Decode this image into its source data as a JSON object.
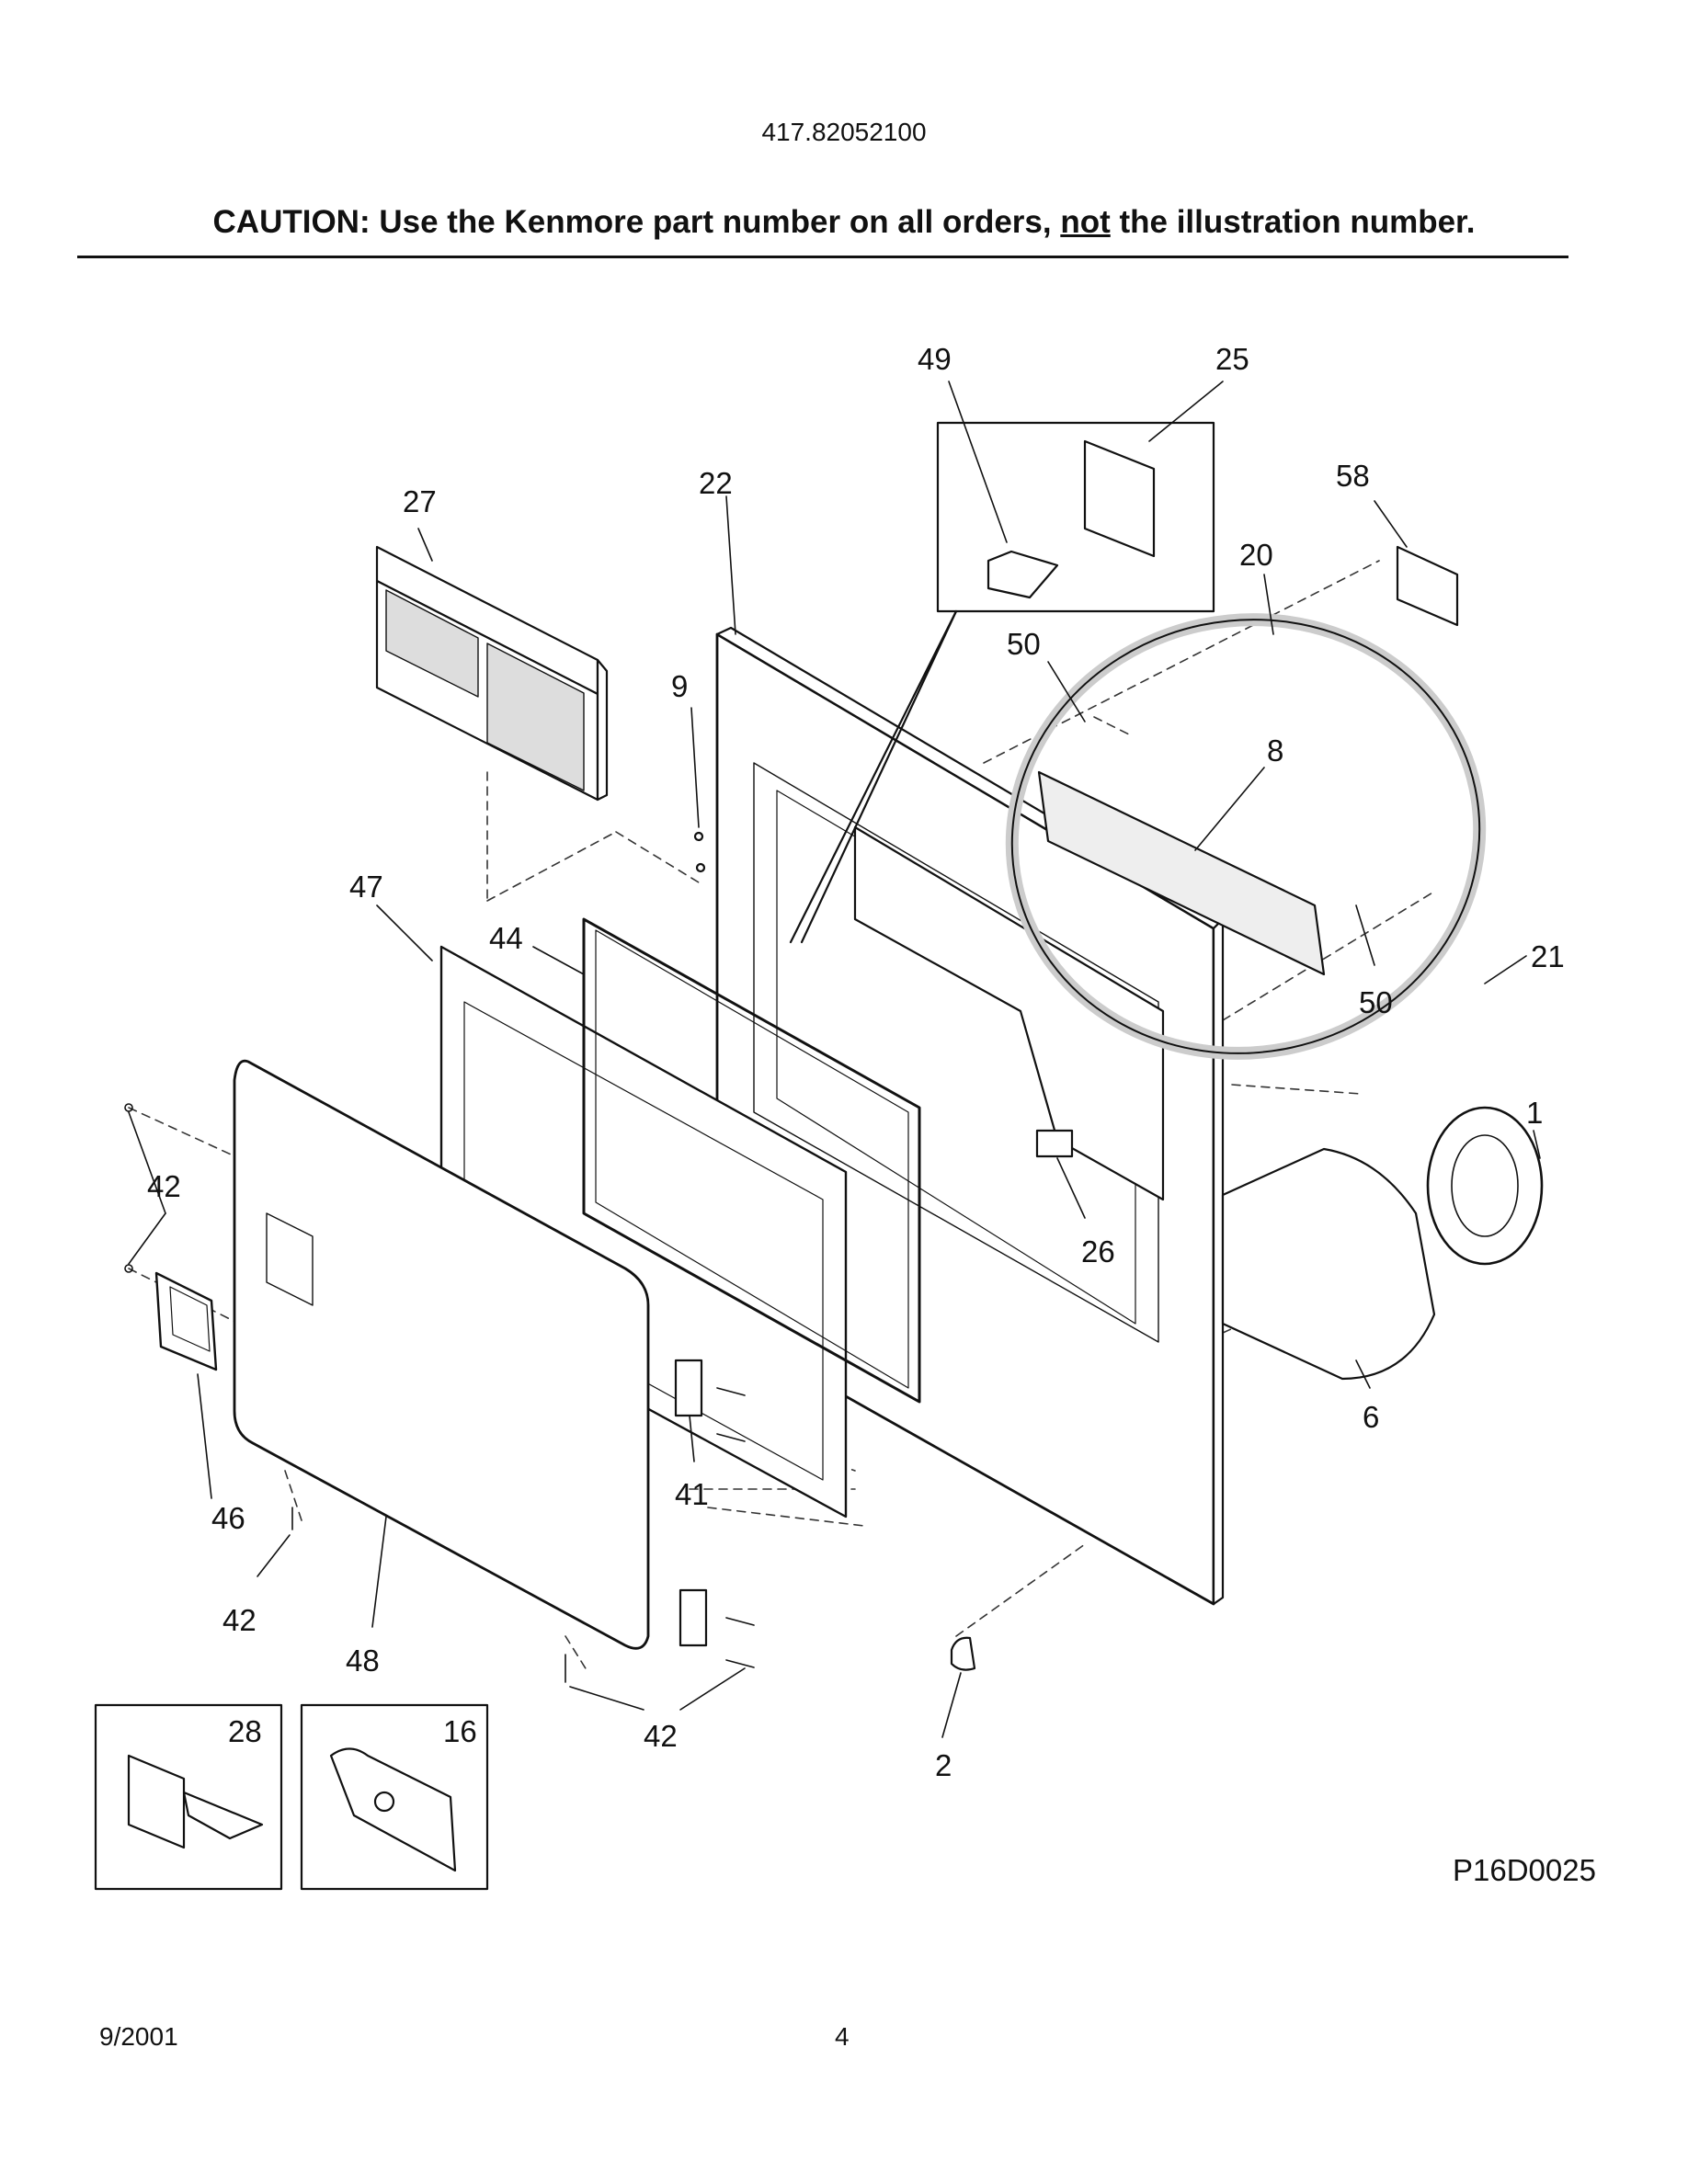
{
  "header": {
    "model_number": "417.82052100",
    "caution_prefix": "CAUTION: Use the Kenmore part number on all orders, ",
    "caution_emphasis": "not",
    "caution_suffix": " the illustration number."
  },
  "callouts": [
    "1",
    "2",
    "6",
    "8",
    "9",
    "16",
    "20",
    "21",
    "22",
    "25",
    "26",
    "27",
    "28",
    "41",
    "42",
    "44",
    "46",
    "47",
    "48",
    "49",
    "50",
    "58"
  ],
  "labels": {
    "l49": "49",
    "l25": "25",
    "l58": "58",
    "l27": "27",
    "l22": "22",
    "l20": "20",
    "l50a": "50",
    "l9": "9",
    "l8": "8",
    "l47": "47",
    "l44": "44",
    "l21": "21",
    "l50b": "50",
    "l1": "1",
    "l42a": "42",
    "l26": "26",
    "l6": "6",
    "l41": "41",
    "l46": "46",
    "l42b": "42",
    "l48": "48",
    "l42c": "42",
    "l2": "2",
    "l28": "28",
    "l16": "16"
  },
  "drawing_code": "P16D0025",
  "footer": {
    "date": "9/2001",
    "page": "4"
  }
}
